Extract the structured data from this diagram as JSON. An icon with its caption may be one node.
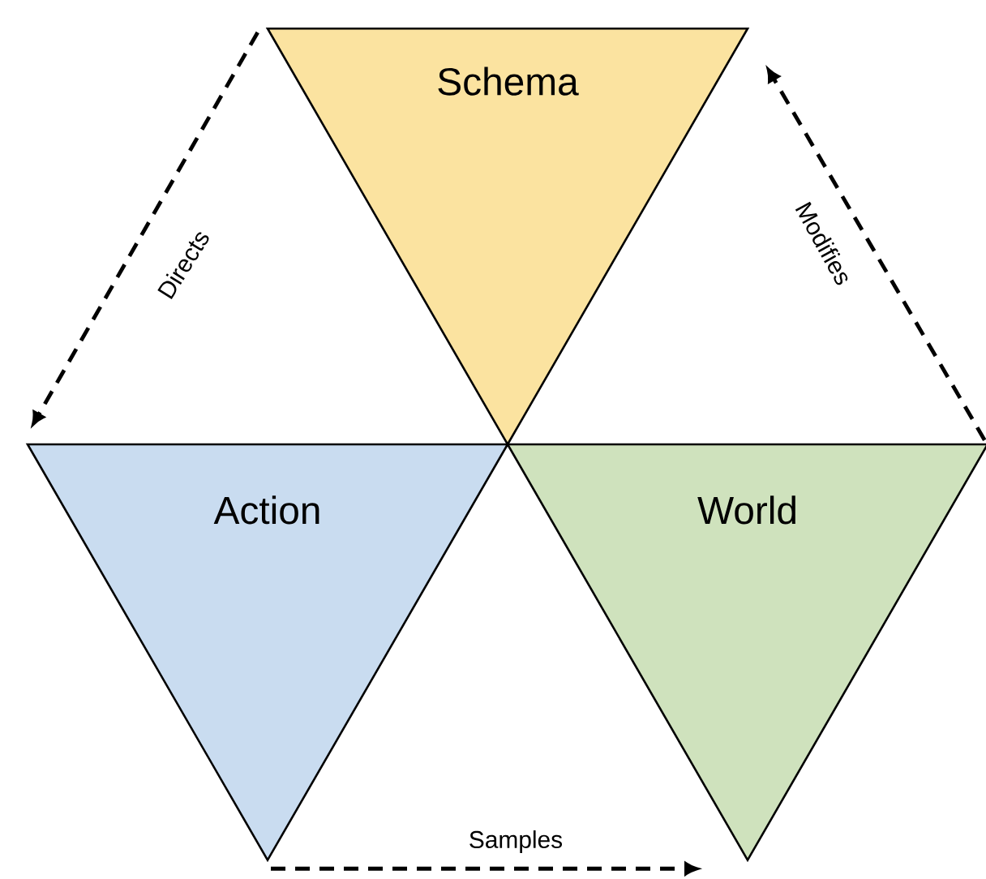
{
  "diagram": {
    "nodes": [
      {
        "text": [
          "Schema"
        ]
      },
      {
        "text": [
          "Action"
        ]
      },
      {
        "text": [
          "World"
        ]
      }
    ],
    "edges": [
      {
        "from": 0,
        "to": 1,
        "arrow": "to",
        "label": "Directs",
        "style": "dashed"
      },
      {
        "from": 2,
        "to": 0,
        "arrow": "to",
        "label": "Modifies",
        "style": "dashed"
      },
      {
        "from": 1,
        "to": 2,
        "arrow": "to",
        "label": "Samples",
        "style": "dashed"
      }
    ]
  }
}
